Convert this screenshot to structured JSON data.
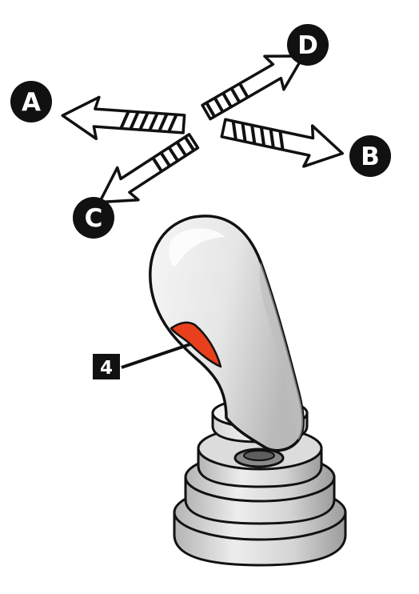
{
  "direction_labels": {
    "a": "A",
    "b": "B",
    "c": "C",
    "d": "D"
  },
  "callout": {
    "number": "4"
  },
  "colors": {
    "trigger": "#e8401c",
    "outline": "#111111",
    "grip_light": "#ececec",
    "grip_shade": "#c6c6c6",
    "base_light": "#e2e2e2",
    "base_shade": "#a9a9a9"
  },
  "icons": {
    "arrow": "direction-arrow-icon",
    "joystick": "joystick-illustration"
  }
}
